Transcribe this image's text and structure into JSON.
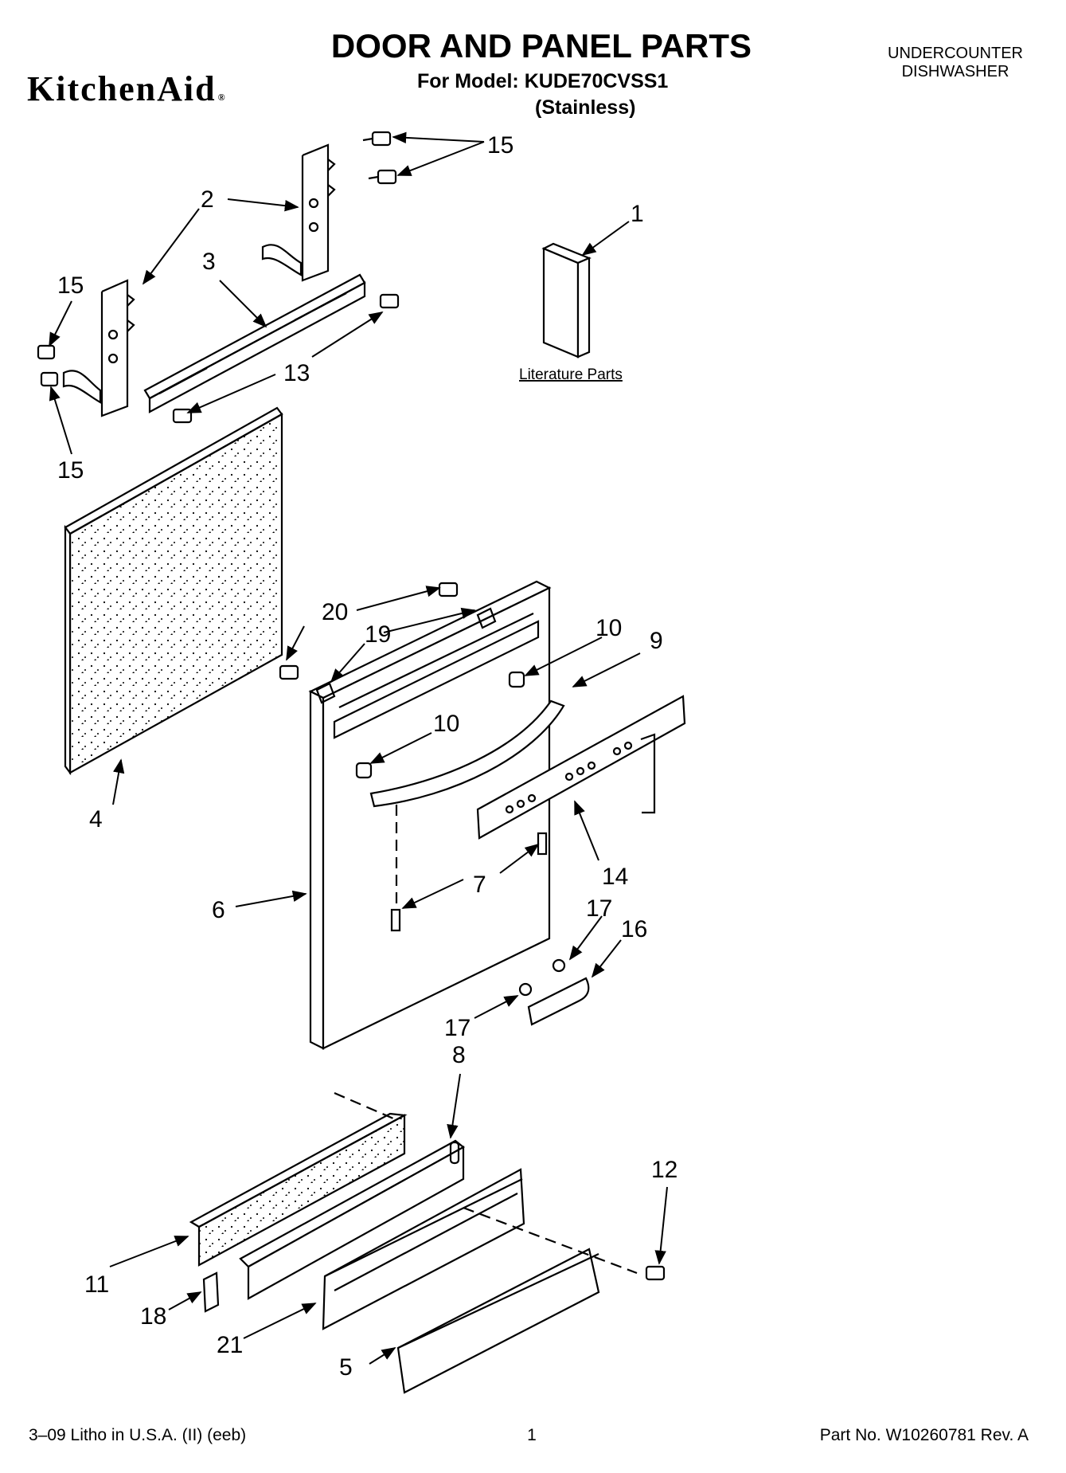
{
  "header": {
    "brand": "KitchenAid",
    "brand_mark": "®",
    "title": "DOOR AND PANEL PARTS",
    "model": "For Model: KUDE70CVSS1",
    "finish": "(Stainless)",
    "category_line1": "UNDERCOUNTER",
    "category_line2": "DISHWASHER"
  },
  "diagram": {
    "literature_label": "Literature Parts",
    "callouts": [
      "1",
      "2",
      "3",
      "4",
      "5",
      "6",
      "7",
      "8",
      "9",
      "10",
      "10",
      "11",
      "12",
      "13",
      "14",
      "15",
      "15",
      "15",
      "16",
      "17",
      "17",
      "18",
      "19",
      "19",
      "20",
      "20",
      "21"
    ]
  },
  "footer": {
    "litho": "3–09 Litho in U.S.A. (II) (eeb)",
    "page": "1",
    "part_no": "Part No. W10260781 Rev. A"
  },
  "colors": {
    "ink": "#000000",
    "paper": "#ffffff"
  }
}
